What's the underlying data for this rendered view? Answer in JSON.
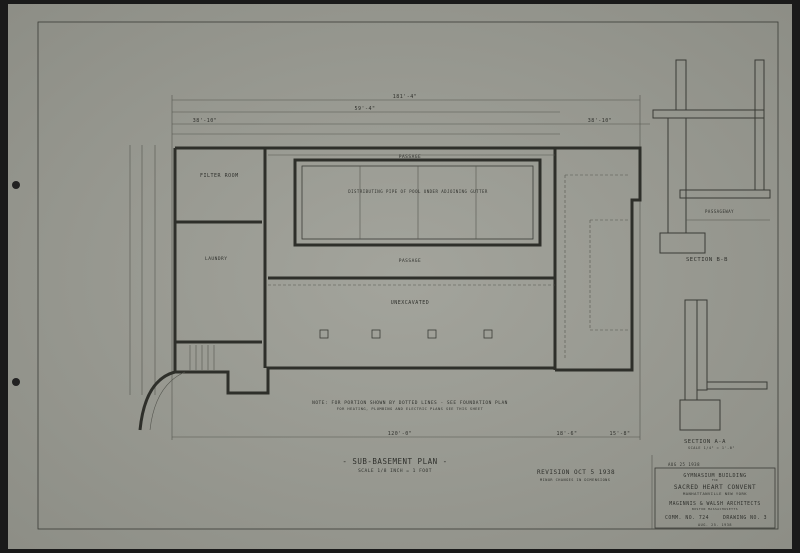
{
  "plan": {
    "title": "- SUB-BASEMENT PLAN -",
    "scale": "SCALE 1/8 INCH = 1 FOOT",
    "note_line1": "NOTE: FOR PORTION SHOWN BY DOTTED LINES - SEE FOUNDATION PLAN",
    "note_line2": "FOR HEATING, PLUMBING AND ELECTRIC PLANS SEE THIS SHEET",
    "rooms": {
      "filter_room": "FILTER     ROOM",
      "passage_top": "PASSAGE",
      "pool_note": "DISTRIBUTING PIPE OF POOL UNDER ADJOINING GUTTER",
      "passage_mid": "PASSAGE",
      "unexcavated": "UNEXCAVATED",
      "laundry": "LAUNDRY"
    },
    "dimensions": {
      "overall": "181'-4\"",
      "mid": "59'-4\"",
      "left": "38'-10\"",
      "right": "38'-10\"",
      "bottom_mid": "120'-0\"",
      "bottom_right": "18'-6\"",
      "bottom_far_right": "15'-8\""
    }
  },
  "revision": {
    "label": "REVISION OCT 5 1938",
    "sub": "MINOR CHANGES IN DIMENSIONS"
  },
  "sections": {
    "b_b": "SECTION B-B",
    "a_a": "SECTION A-A",
    "a_a_scale": "SCALE 1/4\" = 1'-0\"",
    "passageway": "PASSAGEWAY"
  },
  "title_block": {
    "date_top": "AUG 25 1938",
    "line1": "GYMNASIUM     BUILDING",
    "line1b": "FOR",
    "line2": "SACRED HEART CONVENT",
    "line3": "MANHATTANVILLE     NEW YORK",
    "line4": "MAGINNIS & WALSH  ARCHITECTS",
    "line5": "BOSTON          MASSACHUSETTS",
    "comm": "COMM. NO. 724",
    "drawing": "DRAWING NO. 3",
    "date": "AUG. 25.  1938"
  },
  "colors": {
    "paper": "#9c9d95",
    "ink": "#2f302c",
    "background": "#1a1a1a"
  }
}
